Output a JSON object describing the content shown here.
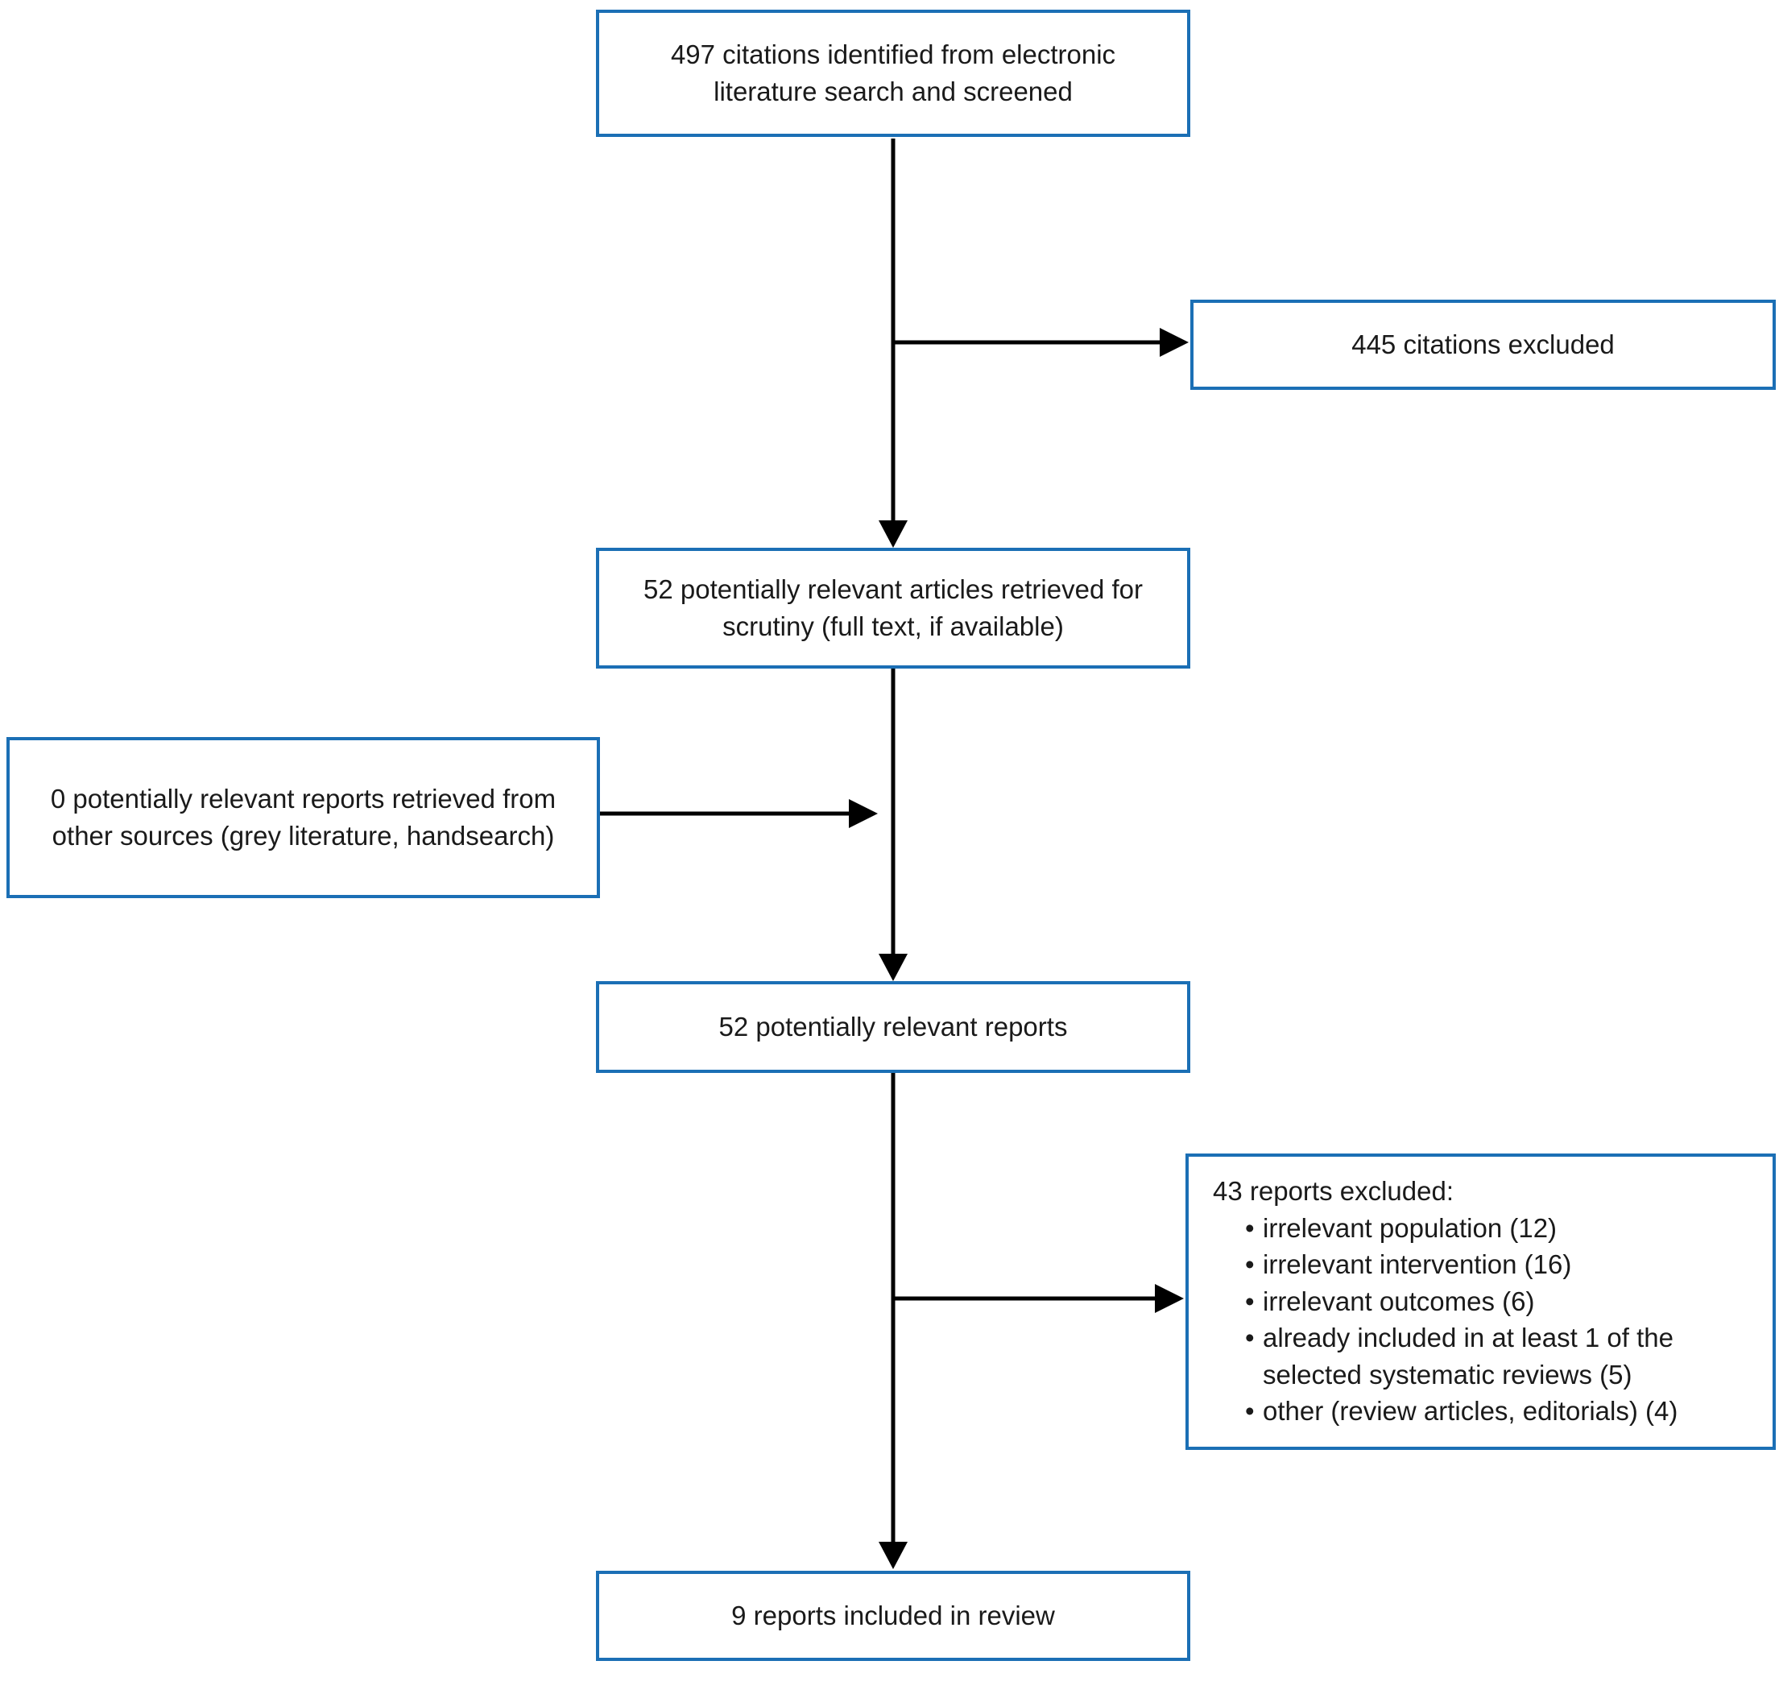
{
  "diagram": {
    "type": "flowchart",
    "description": "Literature screening / study selection flow diagram"
  },
  "colors": {
    "box_border": "#1b6fb5",
    "arrow_color": "#000000",
    "text_color": "#1a1a1a",
    "box_bg": "#ffffff"
  },
  "boxes": {
    "screened": {
      "text": "497 citations identified from electronic literature search and screened"
    },
    "excluded1": {
      "text": "445 citations excluded"
    },
    "retrieved": {
      "text": "52 potentially relevant articles retrieved for scrutiny (full text, if available)"
    },
    "other_sources": {
      "text": "0 potentially relevant reports retrieved from other sources (grey literature, handsearch)"
    },
    "relevant_reports": {
      "text": "52 potentially relevant reports"
    },
    "excluded2": {
      "title": "43 reports excluded:",
      "items": [
        "irrelevant population (12)",
        "irrelevant intervention (16)",
        "irrelevant outcomes (6)",
        "already included in at least 1 of the selected systematic reviews (5)",
        "other (review articles, editorials) (4)"
      ]
    },
    "included": {
      "text": "9 reports included in review"
    }
  }
}
